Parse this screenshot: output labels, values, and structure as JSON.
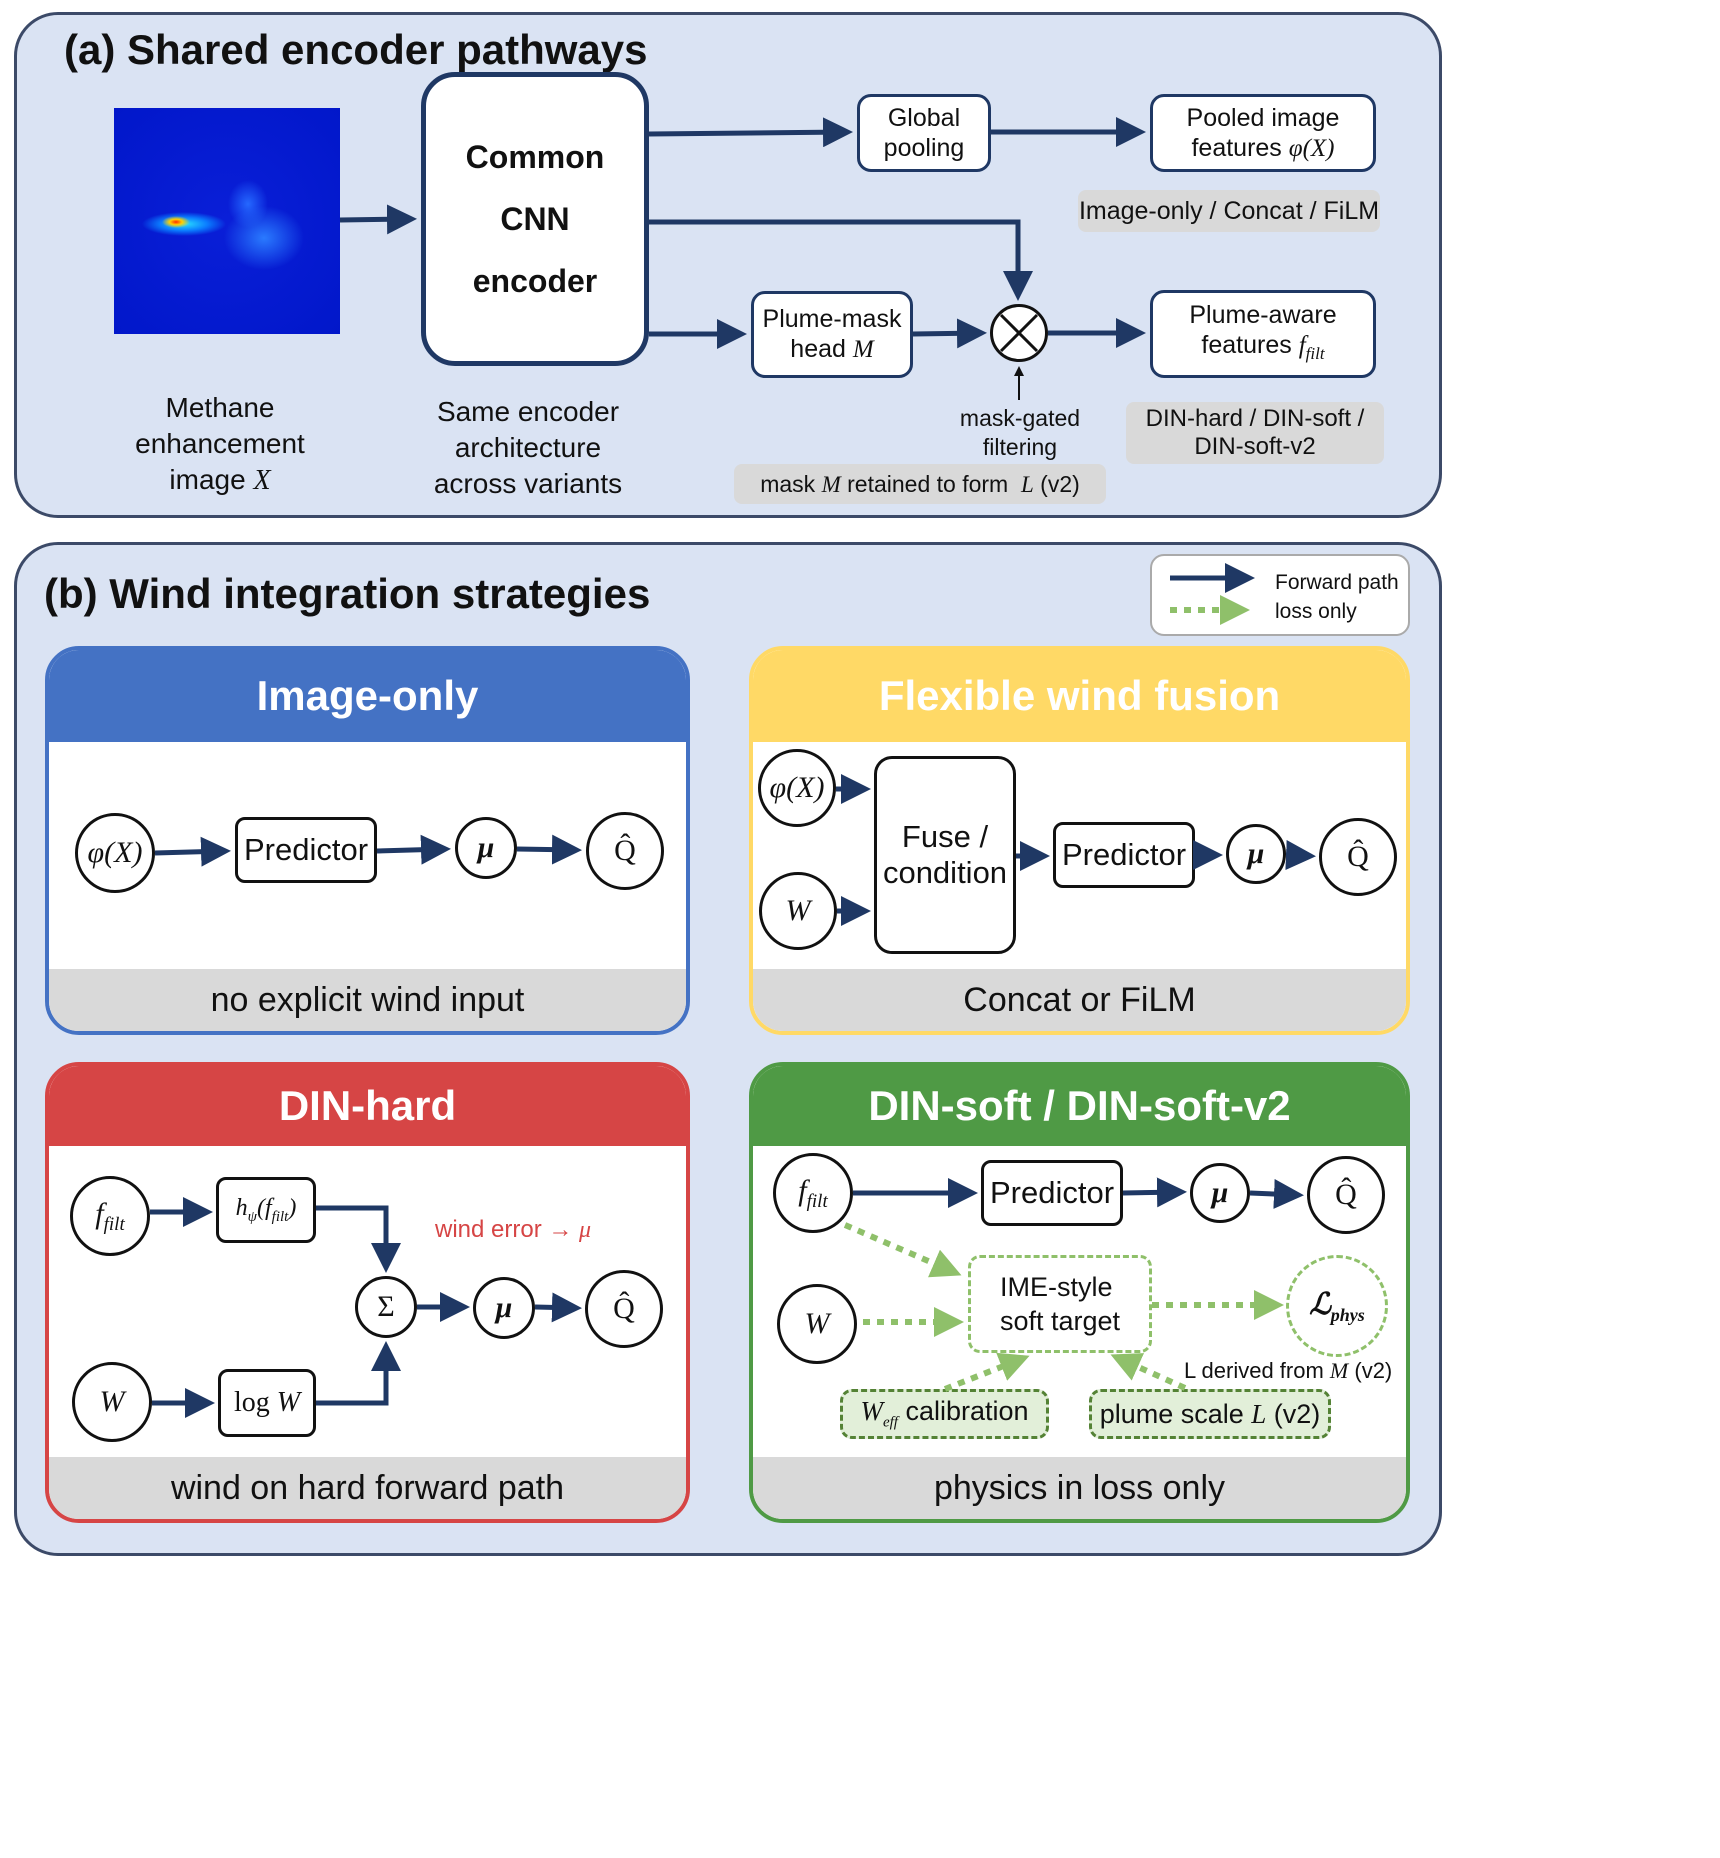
{
  "panel_a": {
    "title": "(a) Shared encoder pathways",
    "methane_caption": [
      "Methane",
      "enhancement",
      "image X"
    ],
    "encoder_label": [
      "Common",
      "CNN",
      "encoder"
    ],
    "encoder_caption": [
      "Same encoder",
      "architecture",
      "across variants"
    ],
    "global_pooling": [
      "Global",
      "pooling"
    ],
    "pooled_features": [
      "Pooled image",
      "features φ(X)"
    ],
    "pooled_tag": "Image-only / Concat / FiLM",
    "mask_head": [
      "Plume-mask",
      "head M"
    ],
    "plume_features": [
      "Plume-aware",
      "features f_filt"
    ],
    "plume_tag": [
      "DIN-hard / DIN-soft /",
      "DIN-soft-v2"
    ],
    "mask_gated": [
      "mask-gated",
      "filtering"
    ],
    "mask_note": "mask M retained to form  L (v2)"
  },
  "panel_b": {
    "title": "(b) Wind integration strategies",
    "legend": {
      "forward": "Forward path",
      "loss": "loss only"
    },
    "image_only": {
      "title": "Image-only",
      "input": "φ(X)",
      "predictor": "Predictor",
      "mu": "μ",
      "q": "Q̂",
      "footer": "no explicit wind input"
    },
    "flexible": {
      "title": "Flexible wind fusion",
      "input1": "φ(X)",
      "input2": "W",
      "fuse": [
        "Fuse /",
        "condition"
      ],
      "predictor": "Predictor",
      "mu": "μ",
      "q": "Q̂",
      "footer": "Concat or FiLM"
    },
    "din_hard": {
      "title": "DIN-hard",
      "f": "f_filt",
      "h": "hψ(f_filt)",
      "w": "W",
      "logw": "log W",
      "sum": "Σ",
      "mu": "μ",
      "q": "Q̂",
      "note": "wind error → μ",
      "footer": "wind on hard forward path"
    },
    "din_soft": {
      "title": "DIN-soft / DIN-soft-v2",
      "f": "f_filt",
      "w": "W",
      "predictor": "Predictor",
      "mu": "μ",
      "q": "Q̂",
      "ime": [
        "IME-style",
        "soft target"
      ],
      "lphys": "ℒphys",
      "l_note": "L derived from M (v2)",
      "weff": "W_eff calibration",
      "scale": "plume scale L (v2)",
      "footer": "physics in loss only"
    }
  },
  "colors": {
    "panel_bg": "#dae3f3",
    "arrow_navy": "#1f3864",
    "blue_header": "#4472c4",
    "yellow_header": "#ffd966",
    "red_header": "#d64545",
    "green_header": "#4f9a45",
    "loss_green": "#8fc06a",
    "note_red": "#d64545"
  }
}
